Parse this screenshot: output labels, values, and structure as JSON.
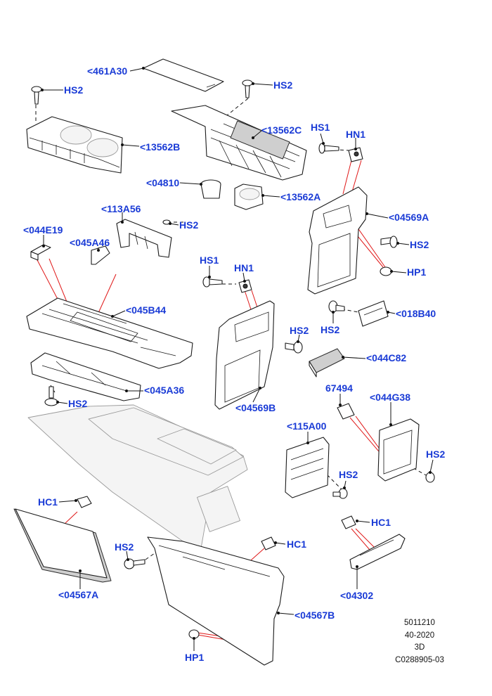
{
  "callouts": {
    "p461A30": "<461A30",
    "hs2_a": "HS2",
    "hs2_b": "HS2",
    "p13562B": "<13562B",
    "p13562C": "<13562C",
    "hs1_a": "HS1",
    "hn1_a": "HN1",
    "p04810": "<04810",
    "p13562A": "<13562A",
    "p113A56": "<113A56",
    "hs2_c": "HS2",
    "p04569A": "<04569A",
    "p044E19": "<044E19",
    "p045A46": "<045A46",
    "hs2_d": "HS2",
    "hs1_b": "HS1",
    "hn1_b": "HN1",
    "hp1_a": "HP1",
    "p045B44": "<045B44",
    "p018B40": "<018B40",
    "hs2_e": "HS2",
    "hs2_f": "HS2",
    "p044C82": "<044C82",
    "p045A36": "<045A36",
    "hs2_g": "HS2",
    "p04569B": "<04569B",
    "p67494": "67494",
    "p044G38": "<044G38",
    "p115A00": "<115A00",
    "hs2_h": "HS2",
    "hs2_i": "HS2",
    "hc1_a": "HC1",
    "hc1_b": "HC1",
    "hc1_c": "HC1",
    "hs2_j": "HS2",
    "p04567A": "<04567A",
    "p04302": "<04302",
    "p04567B": "<04567B",
    "hp1_b": "HP1"
  },
  "meta": {
    "line1": "5011210",
    "line2": "40-2020",
    "line3": "3D",
    "line4": "C0288905-03"
  },
  "colors": {
    "callout": "#1a3bd6",
    "leader_red": "#e01818",
    "line": "#111111"
  }
}
